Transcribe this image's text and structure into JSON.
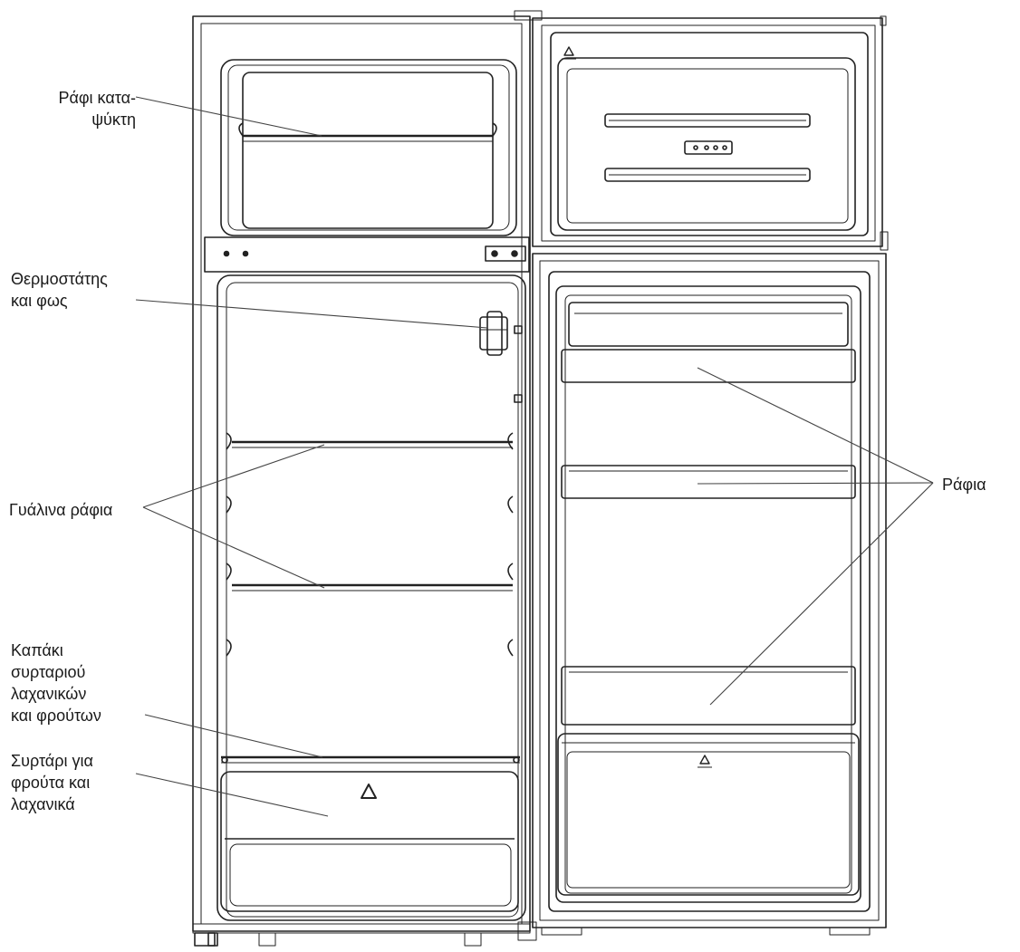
{
  "labels": {
    "freezer_shelf": [
      "Ράφι κατα-",
      "ψύκτη"
    ],
    "thermostat": [
      "Θερμοστάτης",
      "και φως"
    ],
    "glass_shelves": [
      "Γυάλινα ράφια"
    ],
    "crisper_cover": [
      "Καπάκι",
      "συρταριού",
      "λαχανικών",
      "και φρούτων"
    ],
    "crisper_drawer": [
      "Συρτάρι για",
      "φρούτα και",
      "λαχανικά"
    ],
    "door_shelves": [
      "Ράφια"
    ]
  },
  "colors": {
    "line": "#222222",
    "leader": "#444444",
    "background": "#ffffff"
  }
}
